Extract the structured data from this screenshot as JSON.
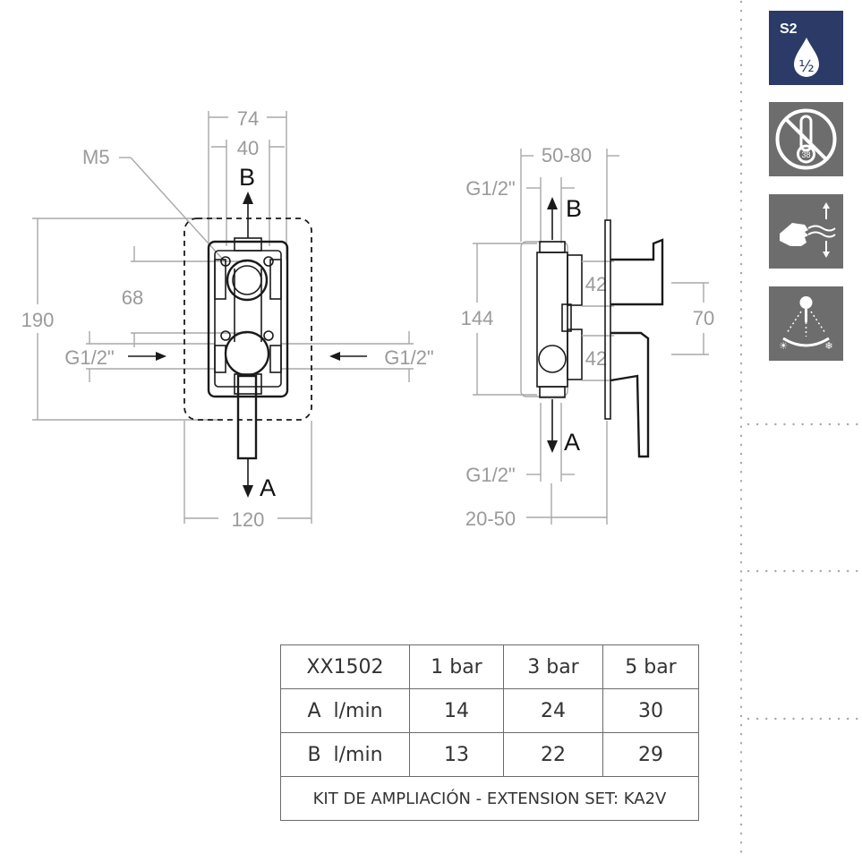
{
  "front_view": {
    "dims": {
      "w_outer": "74",
      "w_inner": "40",
      "thread": "M5",
      "h_total": "190",
      "h_mid": "68",
      "width": "120",
      "inlet_left": "G1/2\"",
      "inlet_right": "G1/2\""
    },
    "outlets": {
      "top": "B",
      "bottom": "A"
    }
  },
  "side_view": {
    "dims": {
      "depth_adj": "50-80",
      "g_top": "G1/2\"",
      "h_body": "144",
      "d_upper": "42",
      "d_lower": "42",
      "h_70": "70",
      "g_bottom": "G1/2\"",
      "depth_wall": "20-50"
    },
    "outlets": {
      "top": "B",
      "bottom": "A"
    }
  },
  "icons": [
    {
      "name": "s2-half-inch-icon",
      "text": "S2",
      "sub": "½",
      "color": "#2b3a66"
    },
    {
      "name": "no-thermostat-38-icon",
      "text": "38",
      "color": "#6d6d6d"
    },
    {
      "name": "hand-water-flow-icon",
      "color": "#6d6d6d"
    },
    {
      "name": "shower-hot-cold-icon",
      "color": "#6d6d6d"
    }
  ],
  "table": {
    "header": [
      "XX1502",
      "1 bar",
      "3 bar",
      "5 bar"
    ],
    "rows": [
      {
        "label": "A  l/min",
        "values": [
          "14",
          "24",
          "30"
        ]
      },
      {
        "label": "B  l/min",
        "values": [
          "13",
          "22",
          "29"
        ]
      }
    ],
    "footer": "KIT DE AMPLIACIÓN - EXTENSION SET: KA2V"
  }
}
